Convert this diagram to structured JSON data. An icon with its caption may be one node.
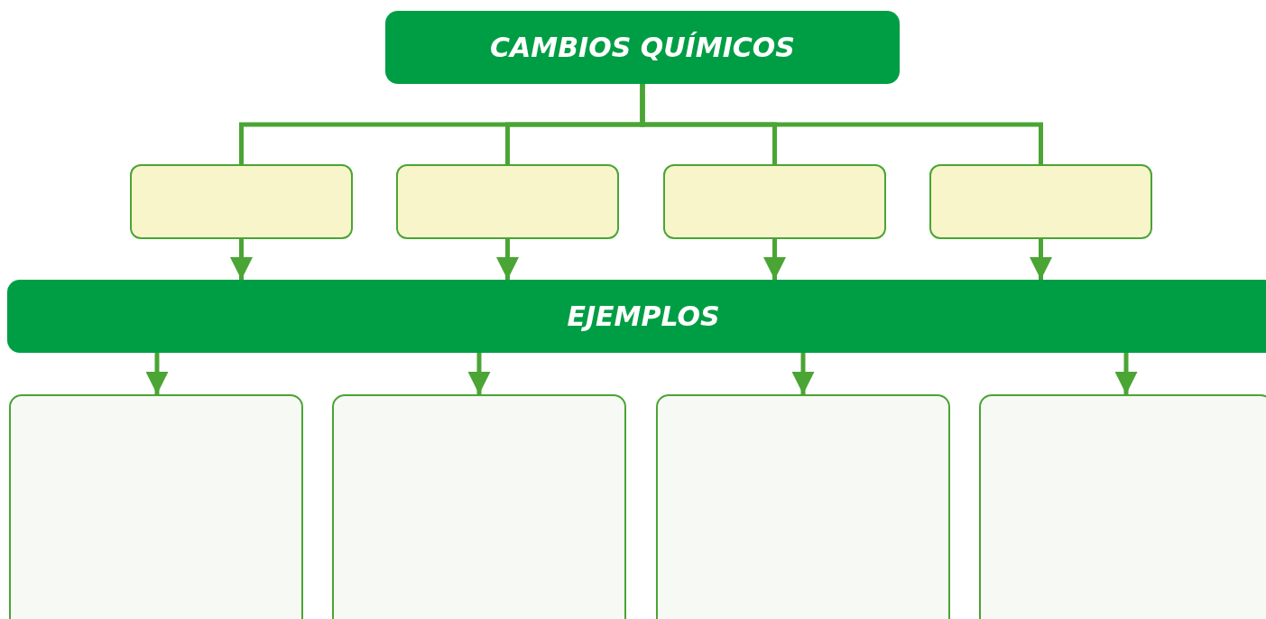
{
  "diagram": {
    "nodes": [
      {
        "text": [
          "CAMBIOS QUÍMICOS"
        ]
      },
      {
        "text": [],
        "shape": "box"
      },
      {
        "text": [],
        "shape": "box"
      },
      {
        "text": [],
        "shape": "box"
      },
      {
        "text": [],
        "shape": "box"
      },
      {
        "text": [
          "EJEMPLOS"
        ]
      },
      {
        "text": [],
        "shape": "box"
      },
      {
        "text": [],
        "shape": "box"
      },
      {
        "text": [],
        "shape": "box"
      },
      {
        "text": [],
        "shape": "box"
      }
    ],
    "edges": [
      {
        "from": 0,
        "to": 1,
        "arrow": "none"
      },
      {
        "from": 0,
        "to": 2,
        "arrow": "none"
      },
      {
        "from": 0,
        "to": 3,
        "arrow": "none"
      },
      {
        "from": 0,
        "to": 4,
        "arrow": "none"
      },
      {
        "from": 1,
        "to": 5,
        "arrow": "to"
      },
      {
        "from": 2,
        "to": 5,
        "arrow": "to"
      },
      {
        "from": 3,
        "to": 5,
        "arrow": "to"
      },
      {
        "from": 4,
        "to": 5,
        "arrow": "to"
      },
      {
        "from": 5,
        "to": 6,
        "arrow": "to"
      },
      {
        "from": 5,
        "to": 7,
        "arrow": "to"
      },
      {
        "from": 5,
        "to": 8,
        "arrow": "to"
      },
      {
        "from": 5,
        "to": 9,
        "arrow": "to"
      }
    ]
  }
}
